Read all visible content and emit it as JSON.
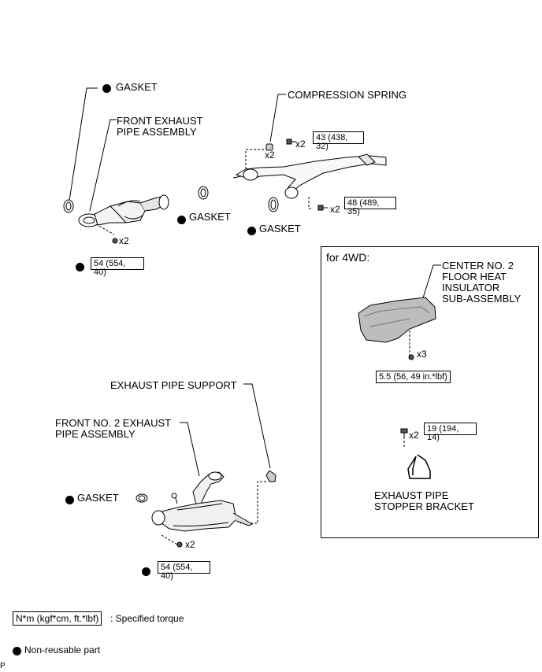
{
  "labels": {
    "gasket_top": "GASKET",
    "front_exhaust_pipe": "FRONT EXHAUST\nPIPE ASSEMBLY",
    "compression_spring": "COMPRESSION SPRING",
    "gasket_mid": "GASKET",
    "gasket_right": "GASKET",
    "exhaust_pipe_support": "EXHAUST PIPE SUPPORT",
    "front_no2_exhaust_pipe": "FRONT NO. 2 EXHAUST\nPIPE ASSEMBLY",
    "gasket_bottom": "GASKET",
    "for_4wd": "for 4WD:",
    "center_no2_insulator": "CENTER NO. 2\nFLOOR HEAT\nINSULATOR\nSUB-ASSEMBLY",
    "exhaust_stopper_bracket": "EXHAUST PIPE\nSTOPPER BRACKET"
  },
  "multipliers": {
    "spring_x2": "x2",
    "bolt_top_x2": "x2",
    "bolt_right_x2": "x2",
    "nut_top_x2": "x2",
    "nut_bottom_x2": "x2",
    "insulator_x3": "x3",
    "bracket_x2": "x2"
  },
  "torques": {
    "top_right_a": "43 (438,\n32)",
    "top_right_b": "48 (489,\n35)",
    "top_left": "54 (554,\n40)",
    "insulator": "5.5 (56, 49 in.*lbf)",
    "bracket": "19 (194,\n14)",
    "bottom": "54 (554,\n40)"
  },
  "legend": {
    "torque_box": "N*m (kgf*cm, ft.*lbf)",
    "torque_text": ": Specified torque",
    "nonreusable_text": "Non-reusable part"
  },
  "corner_mark": "P"
}
